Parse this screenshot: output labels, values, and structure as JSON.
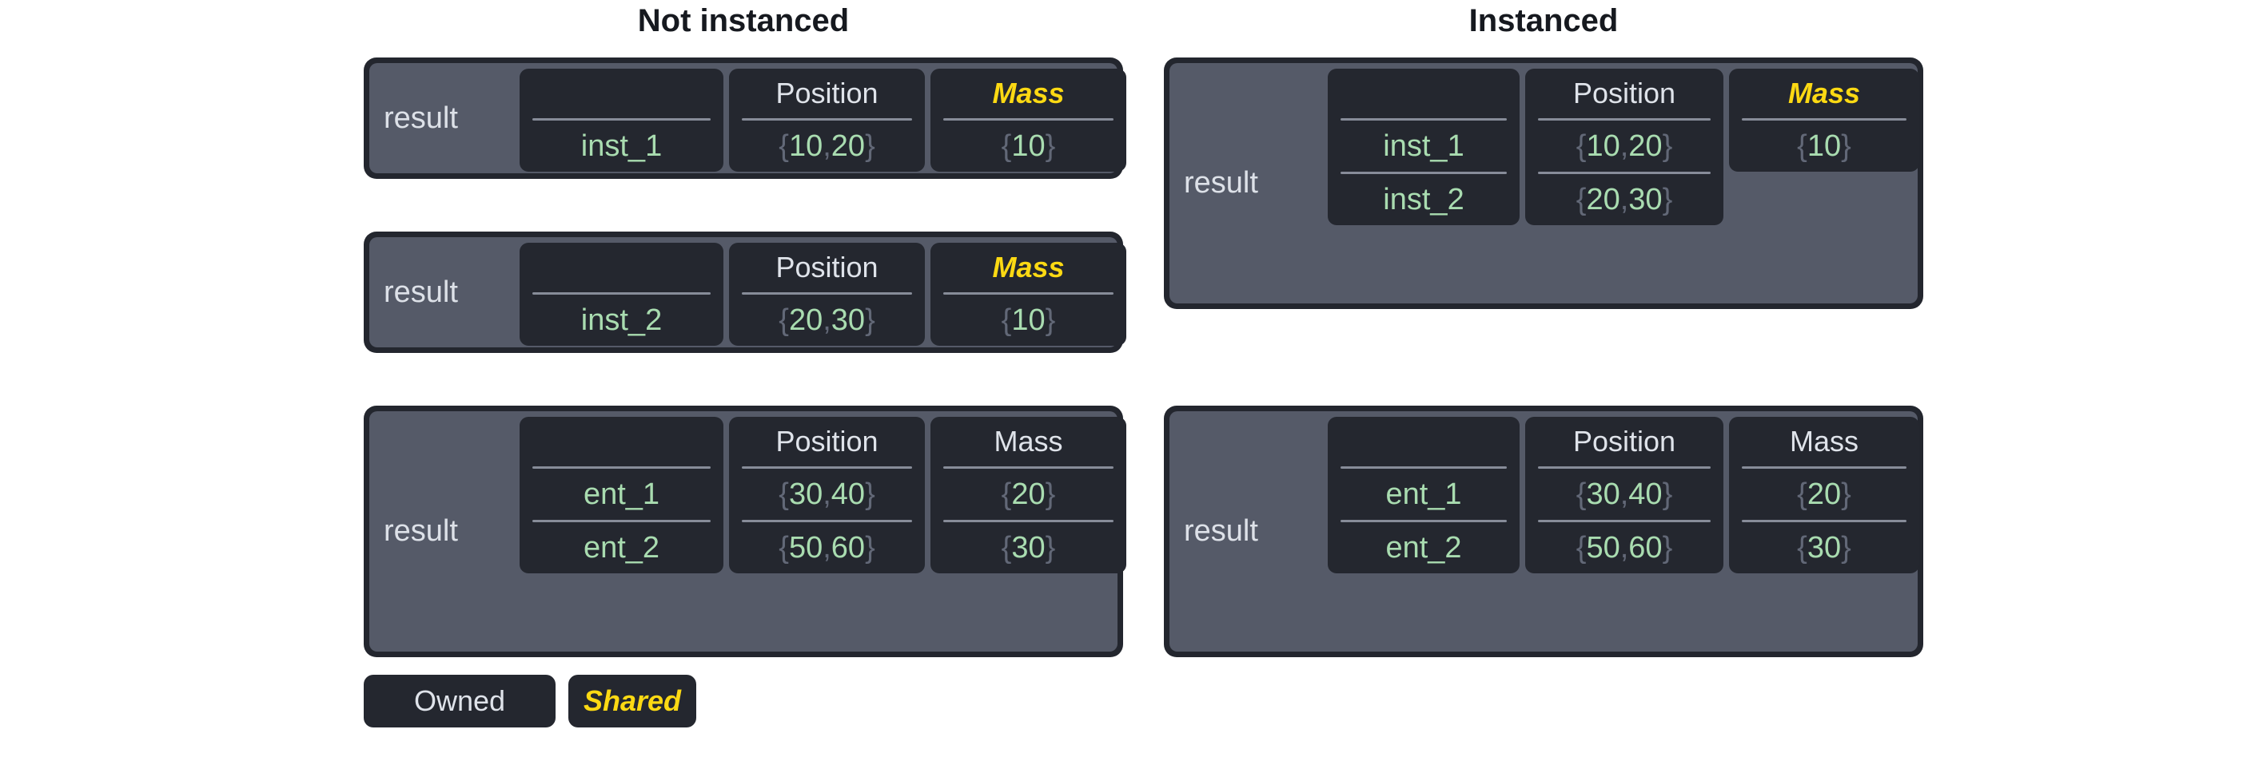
{
  "page": {
    "background": "#ffffff",
    "owned_color": "#dfe3ea",
    "shared_color": "#fcd913",
    "value_color": "#a9dcb0",
    "panel_color": "#555a68",
    "cell_color": "#24272f",
    "border_color": "#23262e"
  },
  "columns": {
    "left_title": "Not instanced",
    "right_title": "Instanced"
  },
  "labels": {
    "result": "result",
    "position_header": "Position",
    "mass_header": "Mass",
    "blank_header": ""
  },
  "legend": {
    "owned_label": "Owned",
    "shared_label": "Shared"
  },
  "tables": {
    "not_instanced": [
      {
        "result": "result",
        "headers": [
          {
            "text": "",
            "shared": false
          },
          {
            "text": "Position",
            "shared": false
          },
          {
            "text": "Mass",
            "shared": true
          }
        ],
        "rows": [
          {
            "name": "inst_1",
            "position": "{10, 20}",
            "mass": "{10}"
          }
        ]
      },
      {
        "result": "result",
        "headers": [
          {
            "text": "",
            "shared": false
          },
          {
            "text": "Position",
            "shared": false
          },
          {
            "text": "Mass",
            "shared": true
          }
        ],
        "rows": [
          {
            "name": "inst_2",
            "position": "{20, 30}",
            "mass": "{10}"
          }
        ]
      },
      {
        "result": "result",
        "headers": [
          {
            "text": "",
            "shared": false
          },
          {
            "text": "Position",
            "shared": false
          },
          {
            "text": "Mass",
            "shared": false
          }
        ],
        "rows": [
          {
            "name": "ent_1",
            "position": "{30, 40}",
            "mass": "{20}"
          },
          {
            "name": "ent_2",
            "position": "{50, 60}",
            "mass": "{30}"
          }
        ]
      }
    ],
    "instanced": [
      {
        "result": "result",
        "headers": [
          {
            "text": "",
            "shared": false
          },
          {
            "text": "Position",
            "shared": false
          },
          {
            "text": "Mass",
            "shared": true
          }
        ],
        "rows": [
          {
            "name": "inst_1",
            "position": "{10, 20}",
            "mass": "{10}"
          },
          {
            "name": "inst_2",
            "position": "{20, 30}",
            "mass": null
          }
        ]
      },
      {
        "result": "result",
        "headers": [
          {
            "text": "",
            "shared": false
          },
          {
            "text": "Position",
            "shared": false
          },
          {
            "text": "Mass",
            "shared": false
          }
        ],
        "rows": [
          {
            "name": "ent_1",
            "position": "{30, 40}",
            "mass": "{20}"
          },
          {
            "name": "ent_2",
            "position": "{50, 60}",
            "mass": "{30}"
          }
        ]
      }
    ]
  }
}
